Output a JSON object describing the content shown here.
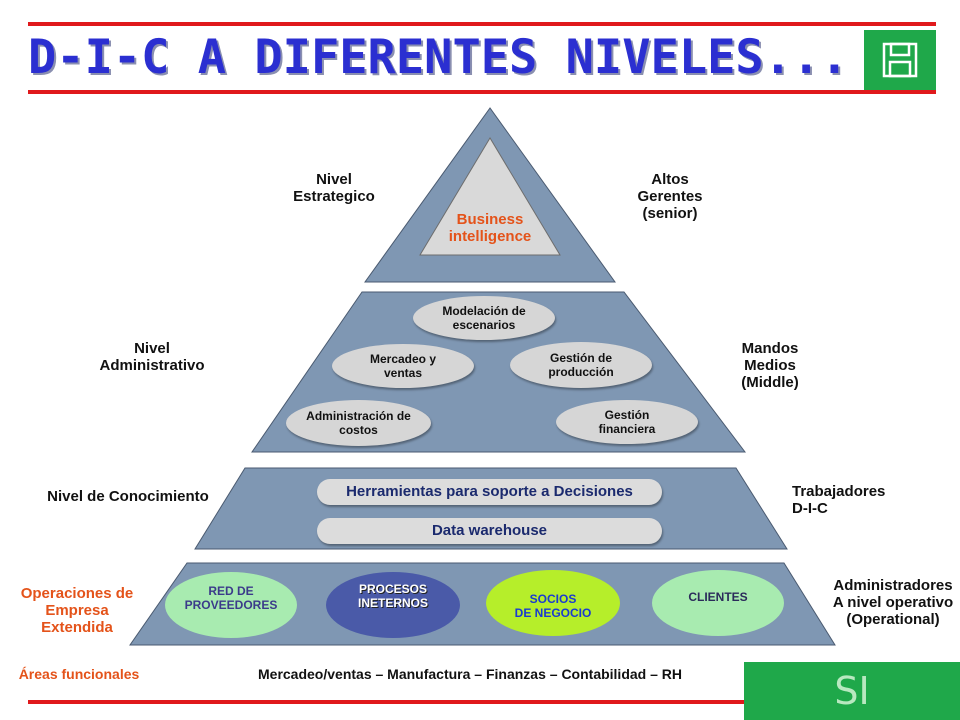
{
  "title": "D-I-C A DIFERENTES NIVELES...",
  "icons": {
    "save": "floppy-disk-icon"
  },
  "colors": {
    "accent_red": "#e0191c",
    "title_blue": "#2b2fd1",
    "green": "#1fa84a",
    "tier": "#7f97b3",
    "label_orange": "#e4531a"
  },
  "top": {
    "left_label": "Nivel\nEstrategico",
    "right_label": "Altos\nGerentes\n(senior)",
    "center": "Business\nintelligence"
  },
  "admin": {
    "left_label": "Nivel\nAdministrativo",
    "right_label": "Mandos\nMedios\n(Middle)",
    "items": [
      "Modelación  de\nescenarios",
      "Mercadeo  y\nventas",
      "Gestión  de\nproducción",
      "Administración  de\ncostos",
      "Gestión\nfinanciera"
    ]
  },
  "knowledge": {
    "left_label": "Nivel de Conocimiento",
    "right_label": "Trabajadores\nD-I-C",
    "items": [
      "Herramientas para soporte a Decisiones",
      "Data warehouse"
    ]
  },
  "operations": {
    "left_label": "Operaciones de\nEmpresa\nExtendida",
    "right_label": "Administradores\nA nivel operativo\n(Operational)",
    "items": [
      "RED DE\nPROVEEDORES",
      "PROCESOS\nINETERNOS",
      "SOCIOS\nDE NEGOCIO",
      "CLIENTES"
    ]
  },
  "footer": {
    "left_label": "Áreas funcionales",
    "areas": "Mercadeo/ventas – Manufactura – Finanzas – Contabilidad – RH",
    "badge": "SI"
  }
}
